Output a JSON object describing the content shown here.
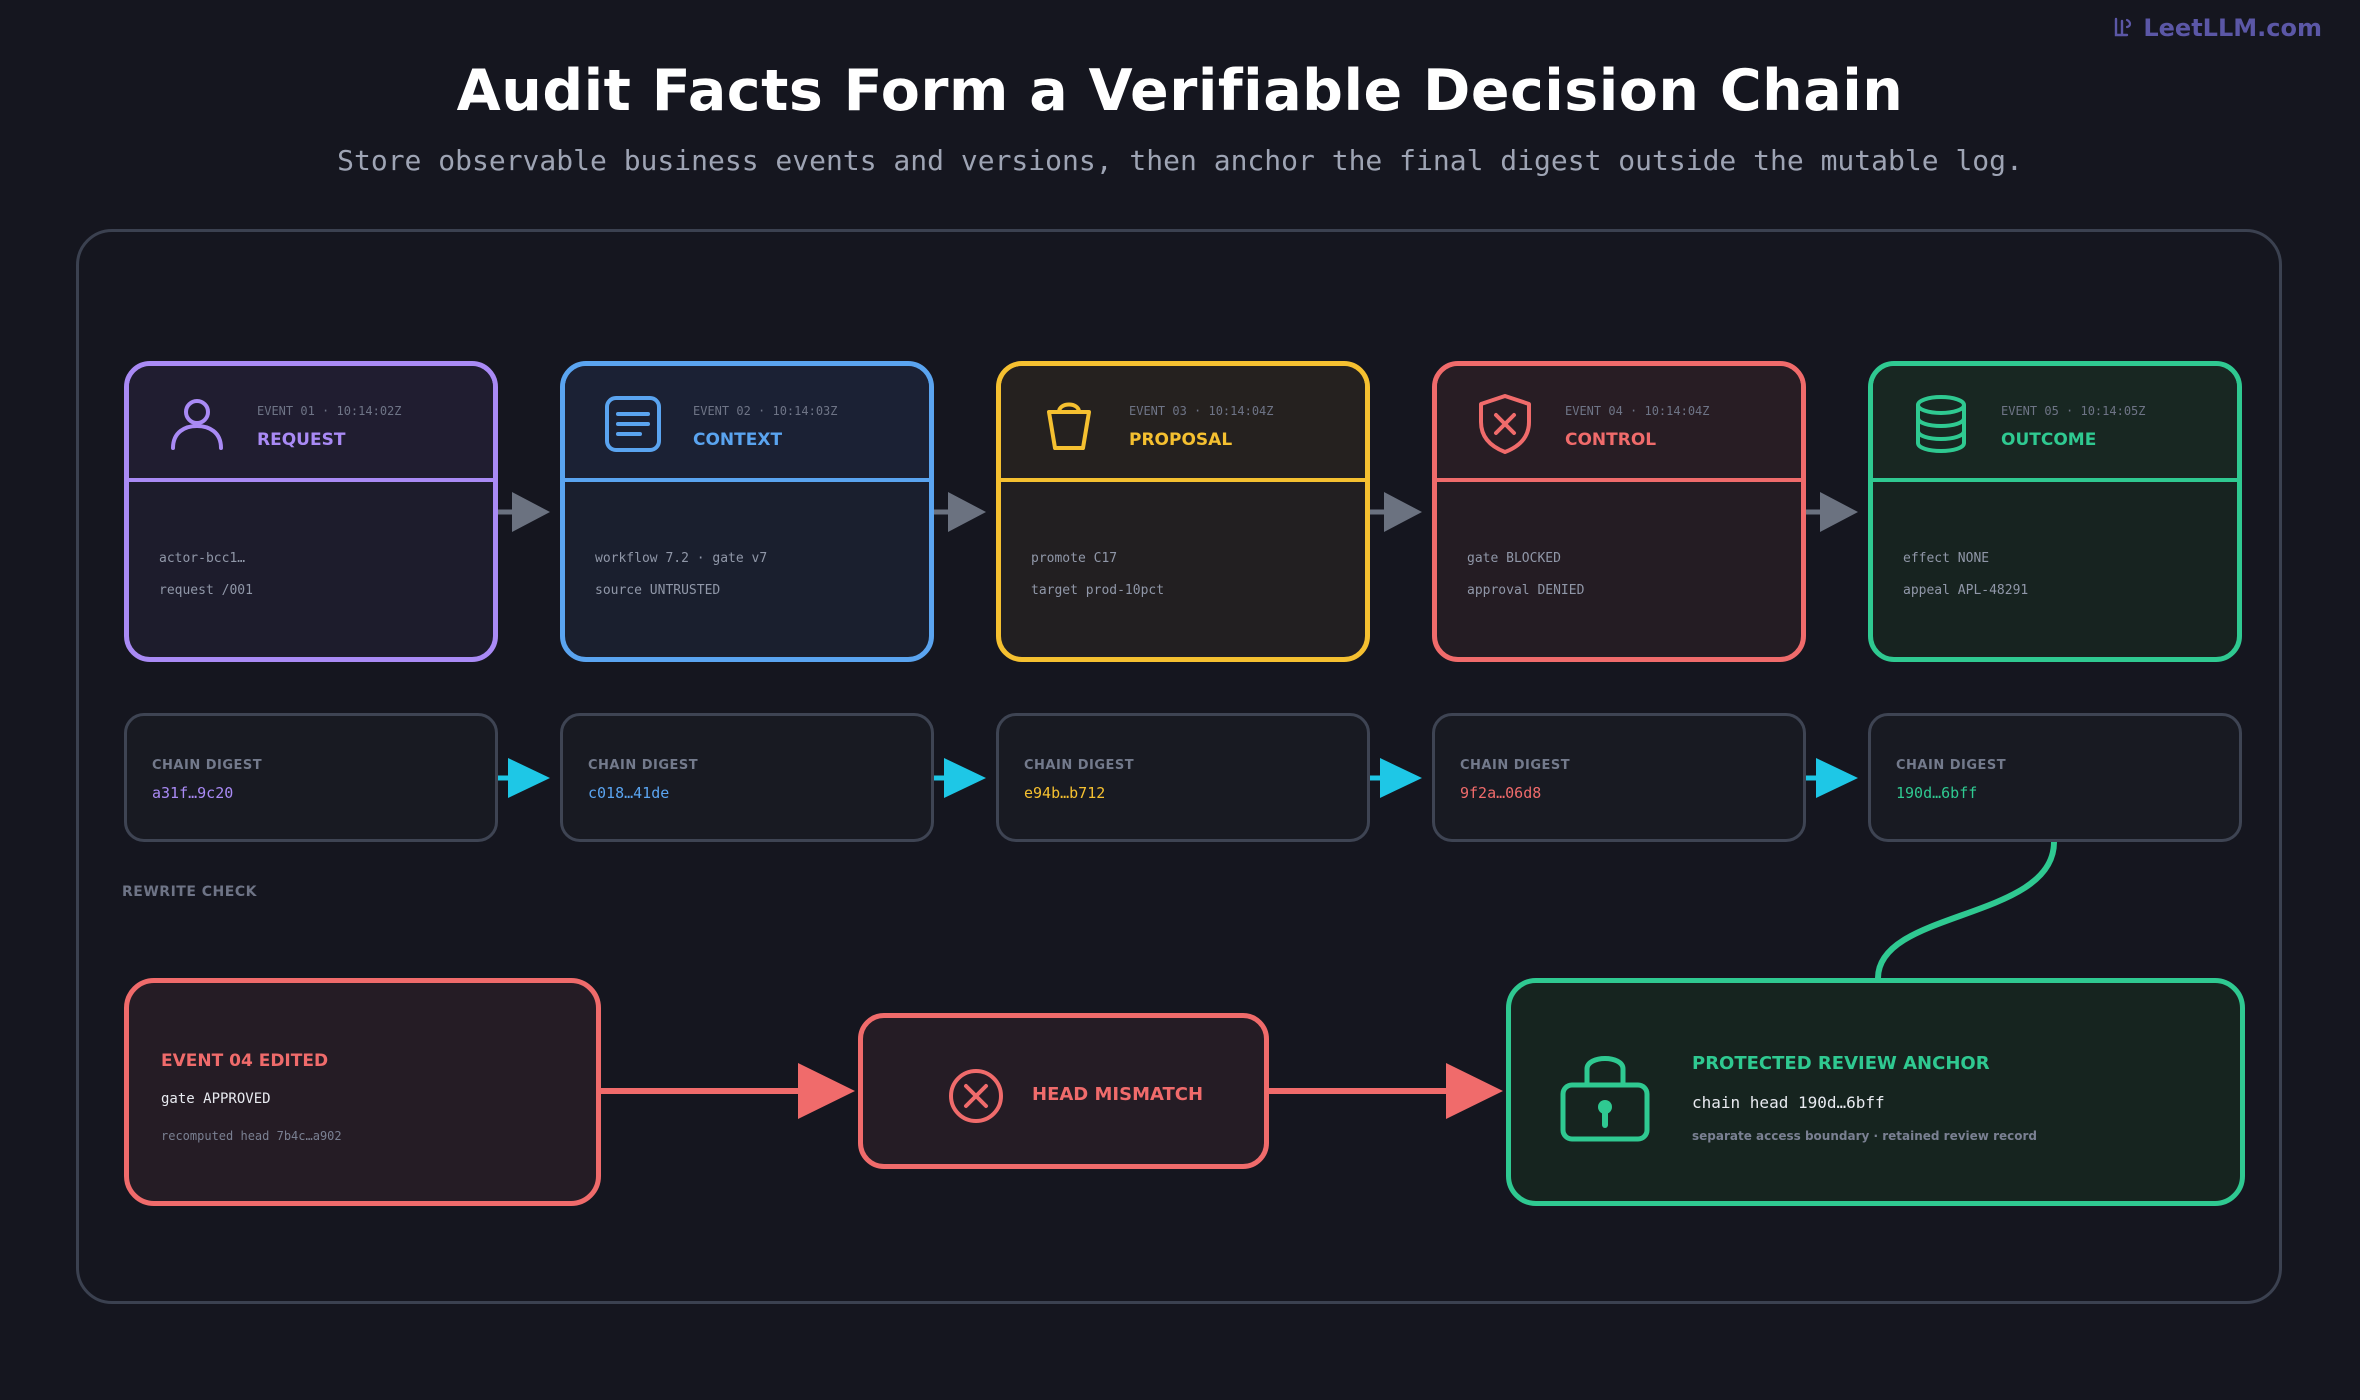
{
  "brand": {
    "text": "LeetLLM.com",
    "icon": "logo-icon"
  },
  "title": "Audit Facts Form a Verifiable Decision Chain",
  "subtitle": "Store observable business events and versions, then anchor the final digest outside the mutable log.",
  "events": [
    {
      "meta": "EVENT 01 · 10:14:02Z",
      "label": "REQUEST",
      "icon": "user-icon",
      "color": "#a98af5",
      "lines": [
        "actor-bcc1…",
        "request /001"
      ]
    },
    {
      "meta": "EVENT 02 · 10:14:03Z",
      "label": "CONTEXT",
      "icon": "document-icon",
      "color": "#5aa4f0",
      "lines": [
        "workflow 7.2 · gate v7",
        "source UNTRUSTED"
      ]
    },
    {
      "meta": "EVENT 03 · 10:14:04Z",
      "label": "PROPOSAL",
      "icon": "bucket-icon",
      "color": "#f5c030",
      "lines": [
        "promote C17",
        "target prod-10pct"
      ]
    },
    {
      "meta": "EVENT 04 · 10:14:04Z",
      "label": "CONTROL",
      "icon": "shield-x-icon",
      "color": "#f06b6b",
      "lines": [
        "gate BLOCKED",
        "approval DENIED"
      ]
    },
    {
      "meta": "EVENT 05 · 10:14:05Z",
      "label": "OUTCOME",
      "icon": "database-icon",
      "color": "#2fc991",
      "lines": [
        "effect NONE",
        "appeal APL-48291"
      ]
    }
  ],
  "digest_label": "CHAIN DIGEST",
  "digests": [
    "a31f…9c20",
    "c018…41de",
    "e94b…b712",
    "9f2a…06d8",
    "190d…6bff"
  ],
  "rewrite": {
    "label": "REWRITE CHECK",
    "edited": {
      "title": "EVENT 04 EDITED",
      "value": "gate APPROVED",
      "recomputed": "recomputed head 7b4c…a902"
    },
    "mismatch": {
      "title": "HEAD MISMATCH",
      "icon": "x-circle-icon"
    },
    "anchor": {
      "title": "PROTECTED REVIEW ANCHOR",
      "value": "chain head 190d…6bff",
      "subtitle": "separate access boundary · retained review record",
      "icon": "lock-icon"
    }
  },
  "colors": {
    "background": "#15161f",
    "arrow_gray": "#6b7280",
    "arrow_cyan": "#1ec7e6",
    "alert": "#f06b6b",
    "ok": "#2fc991"
  }
}
